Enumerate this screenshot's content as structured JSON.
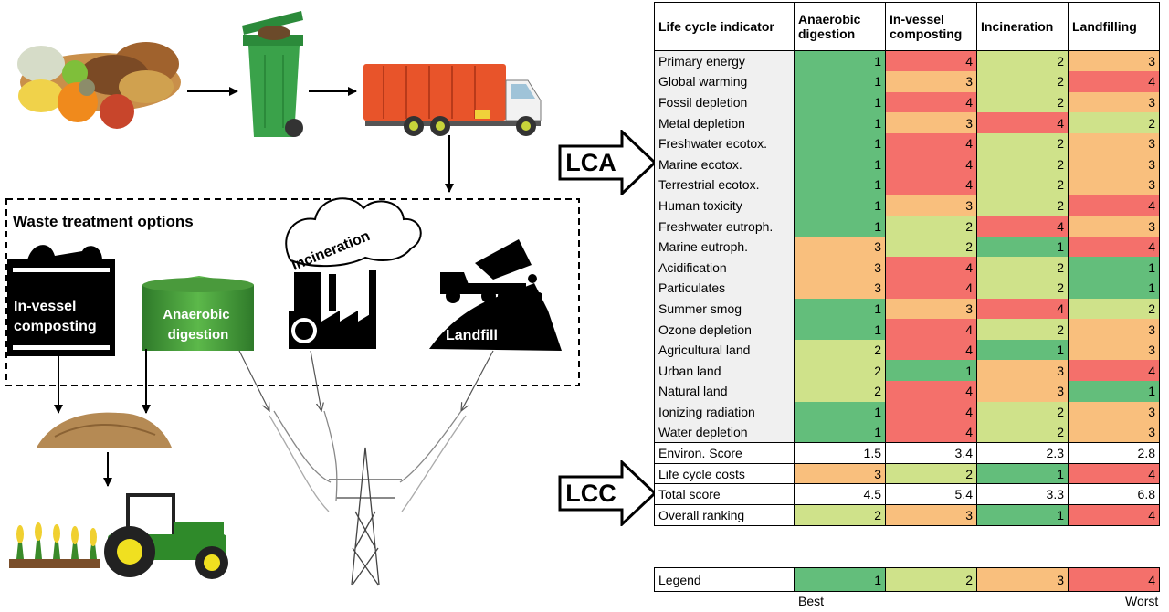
{
  "diagram": {
    "treatment_box_title": "Waste treatment options",
    "options": {
      "composting": "In-vessel\ncomposting",
      "digestion": "Anaerobic\ndigestion",
      "incineration": "Incineration",
      "landfill": "Landfill"
    },
    "arrows": {
      "lca": "LCA",
      "lcc": "LCC"
    },
    "icons": [
      "food-waste-icon",
      "wheelie-bin-icon",
      "garbage-truck-icon",
      "compost-bin-icon",
      "digester-tank-icon",
      "incinerator-factory-icon",
      "dump-truck-icon",
      "compost-heap-icon",
      "tractor-icon",
      "crops-icon",
      "pylon-icon"
    ]
  },
  "table": {
    "headers": [
      "Life cycle indicator",
      "Anaerobic\ndigestion",
      "In-vessel\ncomposting",
      "Incineration",
      "Landfilling"
    ],
    "indicator_rows": [
      {
        "label": "Primary energy",
        "values": [
          "1",
          "4",
          "2",
          "3"
        ]
      },
      {
        "label": "Global warming",
        "values": [
          "1",
          "3",
          "2",
          "4"
        ]
      },
      {
        "label": "Fossil depletion",
        "values": [
          "1",
          "4",
          "2",
          "3"
        ]
      },
      {
        "label": "Metal depletion",
        "values": [
          "1",
          "3",
          "4",
          "2"
        ]
      },
      {
        "label": "Freshwater ecotox.",
        "values": [
          "1",
          "4",
          "2",
          "3"
        ]
      },
      {
        "label": "Marine ecotox.",
        "values": [
          "1",
          "4",
          "2",
          "3"
        ]
      },
      {
        "label": "Terrestrial ecotox.",
        "values": [
          "1",
          "4",
          "2",
          "3"
        ]
      },
      {
        "label": "Human toxicity",
        "values": [
          "1",
          "3",
          "2",
          "4"
        ]
      },
      {
        "label": "Freshwater eutroph.",
        "values": [
          "1",
          "2",
          "4",
          "3"
        ]
      },
      {
        "label": "Marine eutroph.",
        "values": [
          "3",
          "2",
          "1",
          "4"
        ]
      },
      {
        "label": "Acidification",
        "values": [
          "3",
          "4",
          "2",
          "1"
        ]
      },
      {
        "label": "Particulates",
        "values": [
          "3",
          "4",
          "2",
          "1"
        ]
      },
      {
        "label": "Summer smog",
        "values": [
          "1",
          "3",
          "4",
          "2"
        ]
      },
      {
        "label": "Ozone depletion",
        "values": [
          "1",
          "4",
          "2",
          "3"
        ]
      },
      {
        "label": "Agricultural land",
        "values": [
          "2",
          "4",
          "1",
          "3"
        ]
      },
      {
        "label": "Urban land",
        "values": [
          "2",
          "1",
          "3",
          "4"
        ]
      },
      {
        "label": "Natural land",
        "values": [
          "2",
          "4",
          "3",
          "1"
        ]
      },
      {
        "label": "Ionizing radiation",
        "values": [
          "1",
          "4",
          "2",
          "3"
        ]
      },
      {
        "label": "Water depletion",
        "values": [
          "1",
          "4",
          "2",
          "3"
        ]
      }
    ],
    "summary_rows": [
      {
        "label": "Environ. Score",
        "values": [
          "1.5",
          "3.4",
          "2.3",
          "2.8"
        ],
        "colored": false
      },
      {
        "label": "Life cycle costs",
        "values": [
          "3",
          "2",
          "1",
          "4"
        ],
        "colored": true
      },
      {
        "label": "Total score",
        "values": [
          "4.5",
          "5.4",
          "3.3",
          "6.8"
        ],
        "colored": false
      },
      {
        "label": "Overall ranking",
        "values": [
          "2",
          "3",
          "1",
          "4"
        ],
        "colored": true
      }
    ],
    "legend": {
      "label": "Legend",
      "values": [
        "1",
        "2",
        "3",
        "4"
      ],
      "best": "Best",
      "worst": "Worst"
    },
    "rank_colors": {
      "1": "#63be7b",
      "2": "#cfe28a",
      "3": "#f9bf7d",
      "4": "#f4706b"
    }
  }
}
